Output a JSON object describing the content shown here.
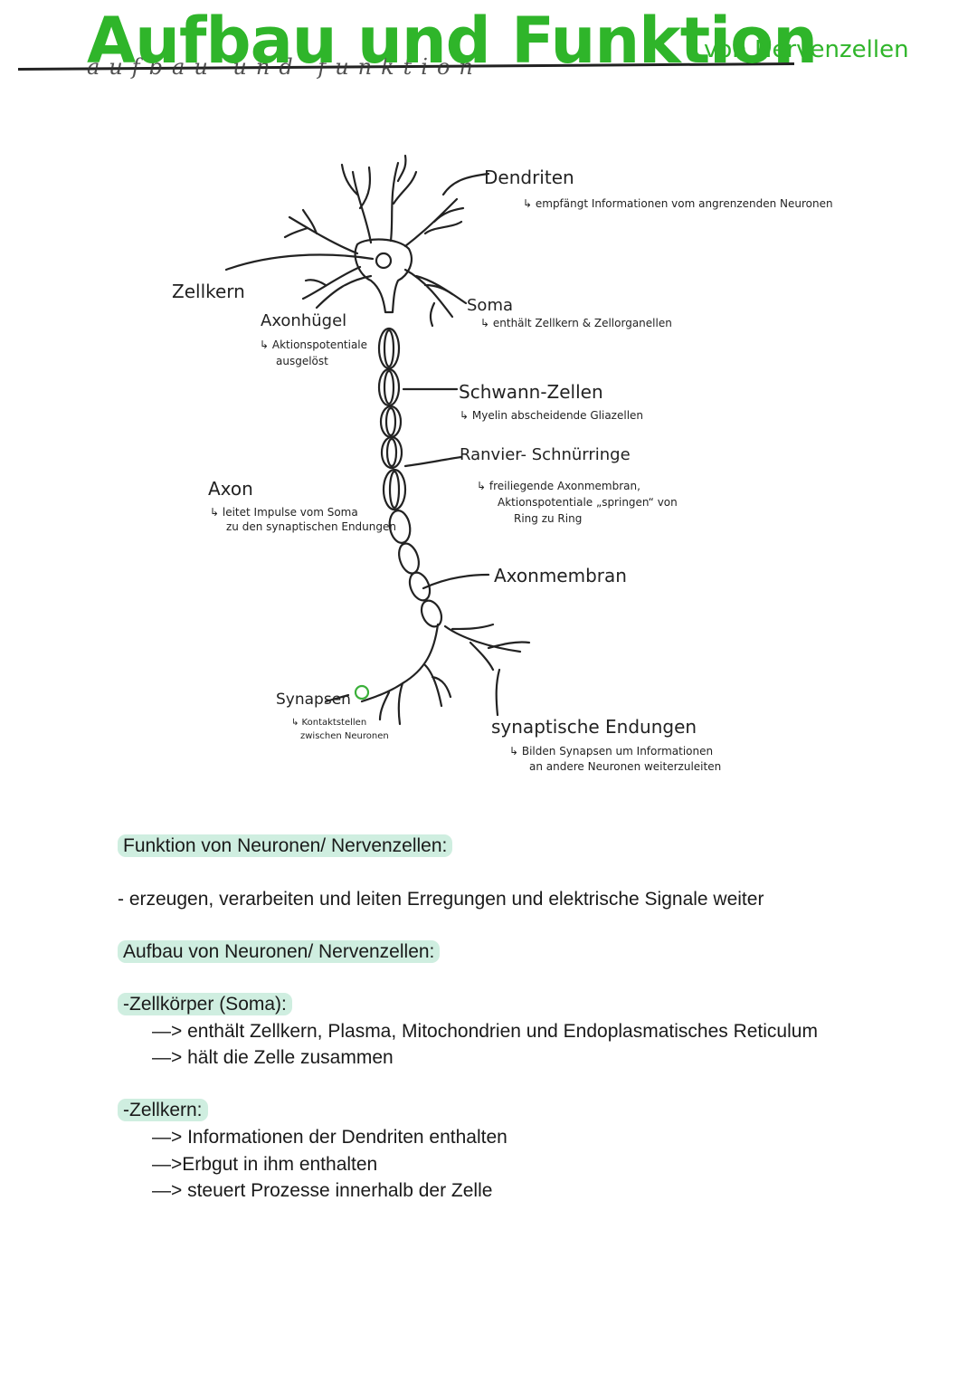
{
  "title": {
    "main": "Aufbau und Funktion",
    "sub": "von Nervenzellen",
    "ghost": "aufbau und funktion"
  },
  "labels": {
    "dendriten": "Dendriten",
    "dendriten_note": "↳ empfängt Informationen vom angrenzenden Neuronen",
    "zellkern": "Zellkern",
    "soma": "Soma",
    "soma_note": "↳ enthält Zellkern & Zellorganellen",
    "axonhuegel": "Axonhügel",
    "axonhuegel_note1": "↳ Aktionspotentiale",
    "axonhuegel_note2": "ausgelöst",
    "schwann": "Schwann-Zellen",
    "schwann_note": "↳ Myelin abscheidende Gliazellen",
    "ranvier": "Ranvier- Schnürringe",
    "ranvier_note1": "↳ freiliegende Axonmembran,",
    "ranvier_note2": "Aktionspotentiale „springen“ von",
    "ranvier_note3": "Ring zu Ring",
    "axon": "Axon",
    "axon_note1": "↳ leitet Impulse vom Soma",
    "axon_note2": "zu den synaptischen Endungen",
    "axonmembran": "Axonmembran",
    "synapsen": "Synapsen",
    "synapsen_note1": "↳ Kontaktstellen",
    "synapsen_note2": "zwischen Neuronen",
    "endungen": "synaptische Endungen",
    "endungen_note1": "↳ Bilden Synapsen um Informationen",
    "endungen_note2": "an andere Neuronen weiterzuleiten"
  },
  "notes": {
    "h_funktion": "Funktion von Neuronen/ Nervenzellen:",
    "funktion_1": "- erzeugen, verarbeiten und leiten Erregungen und elektrische Signale weiter",
    "h_aufbau": "Aufbau von Neuronen/ Nervenzellen:",
    "h_soma": "-Zellkörper (Soma):",
    "soma_1": "—> enthält Zellkern, Plasma, Mitochondrien und Endoplasmatisches Reticulum",
    "soma_2": "—> hält die Zelle zusammen",
    "h_kern": "-Zellkern:",
    "kern_1": "—> Informationen der Dendriten enthalten",
    "kern_2": "—>Erbgut in ihm enthalten",
    "kern_3": "—> steuert Prozesse innerhalb der Zelle"
  },
  "colors": {
    "title": "#2fb52a",
    "highlight": "#cfeee0",
    "ink": "#222222"
  }
}
